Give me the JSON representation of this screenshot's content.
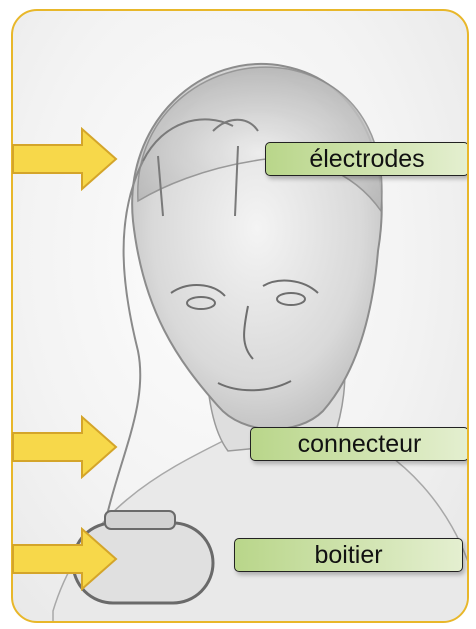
{
  "labels": {
    "electrodes": "électrodes",
    "connector": "connecteur",
    "case": "boitier"
  },
  "colors": {
    "frame_border": "#e8b72a",
    "arrow_fill": "#f7d84a",
    "arrow_stroke": "#d4a52a",
    "label_fill_start": "#b9d68a",
    "label_fill_end": "#e4efd0"
  }
}
